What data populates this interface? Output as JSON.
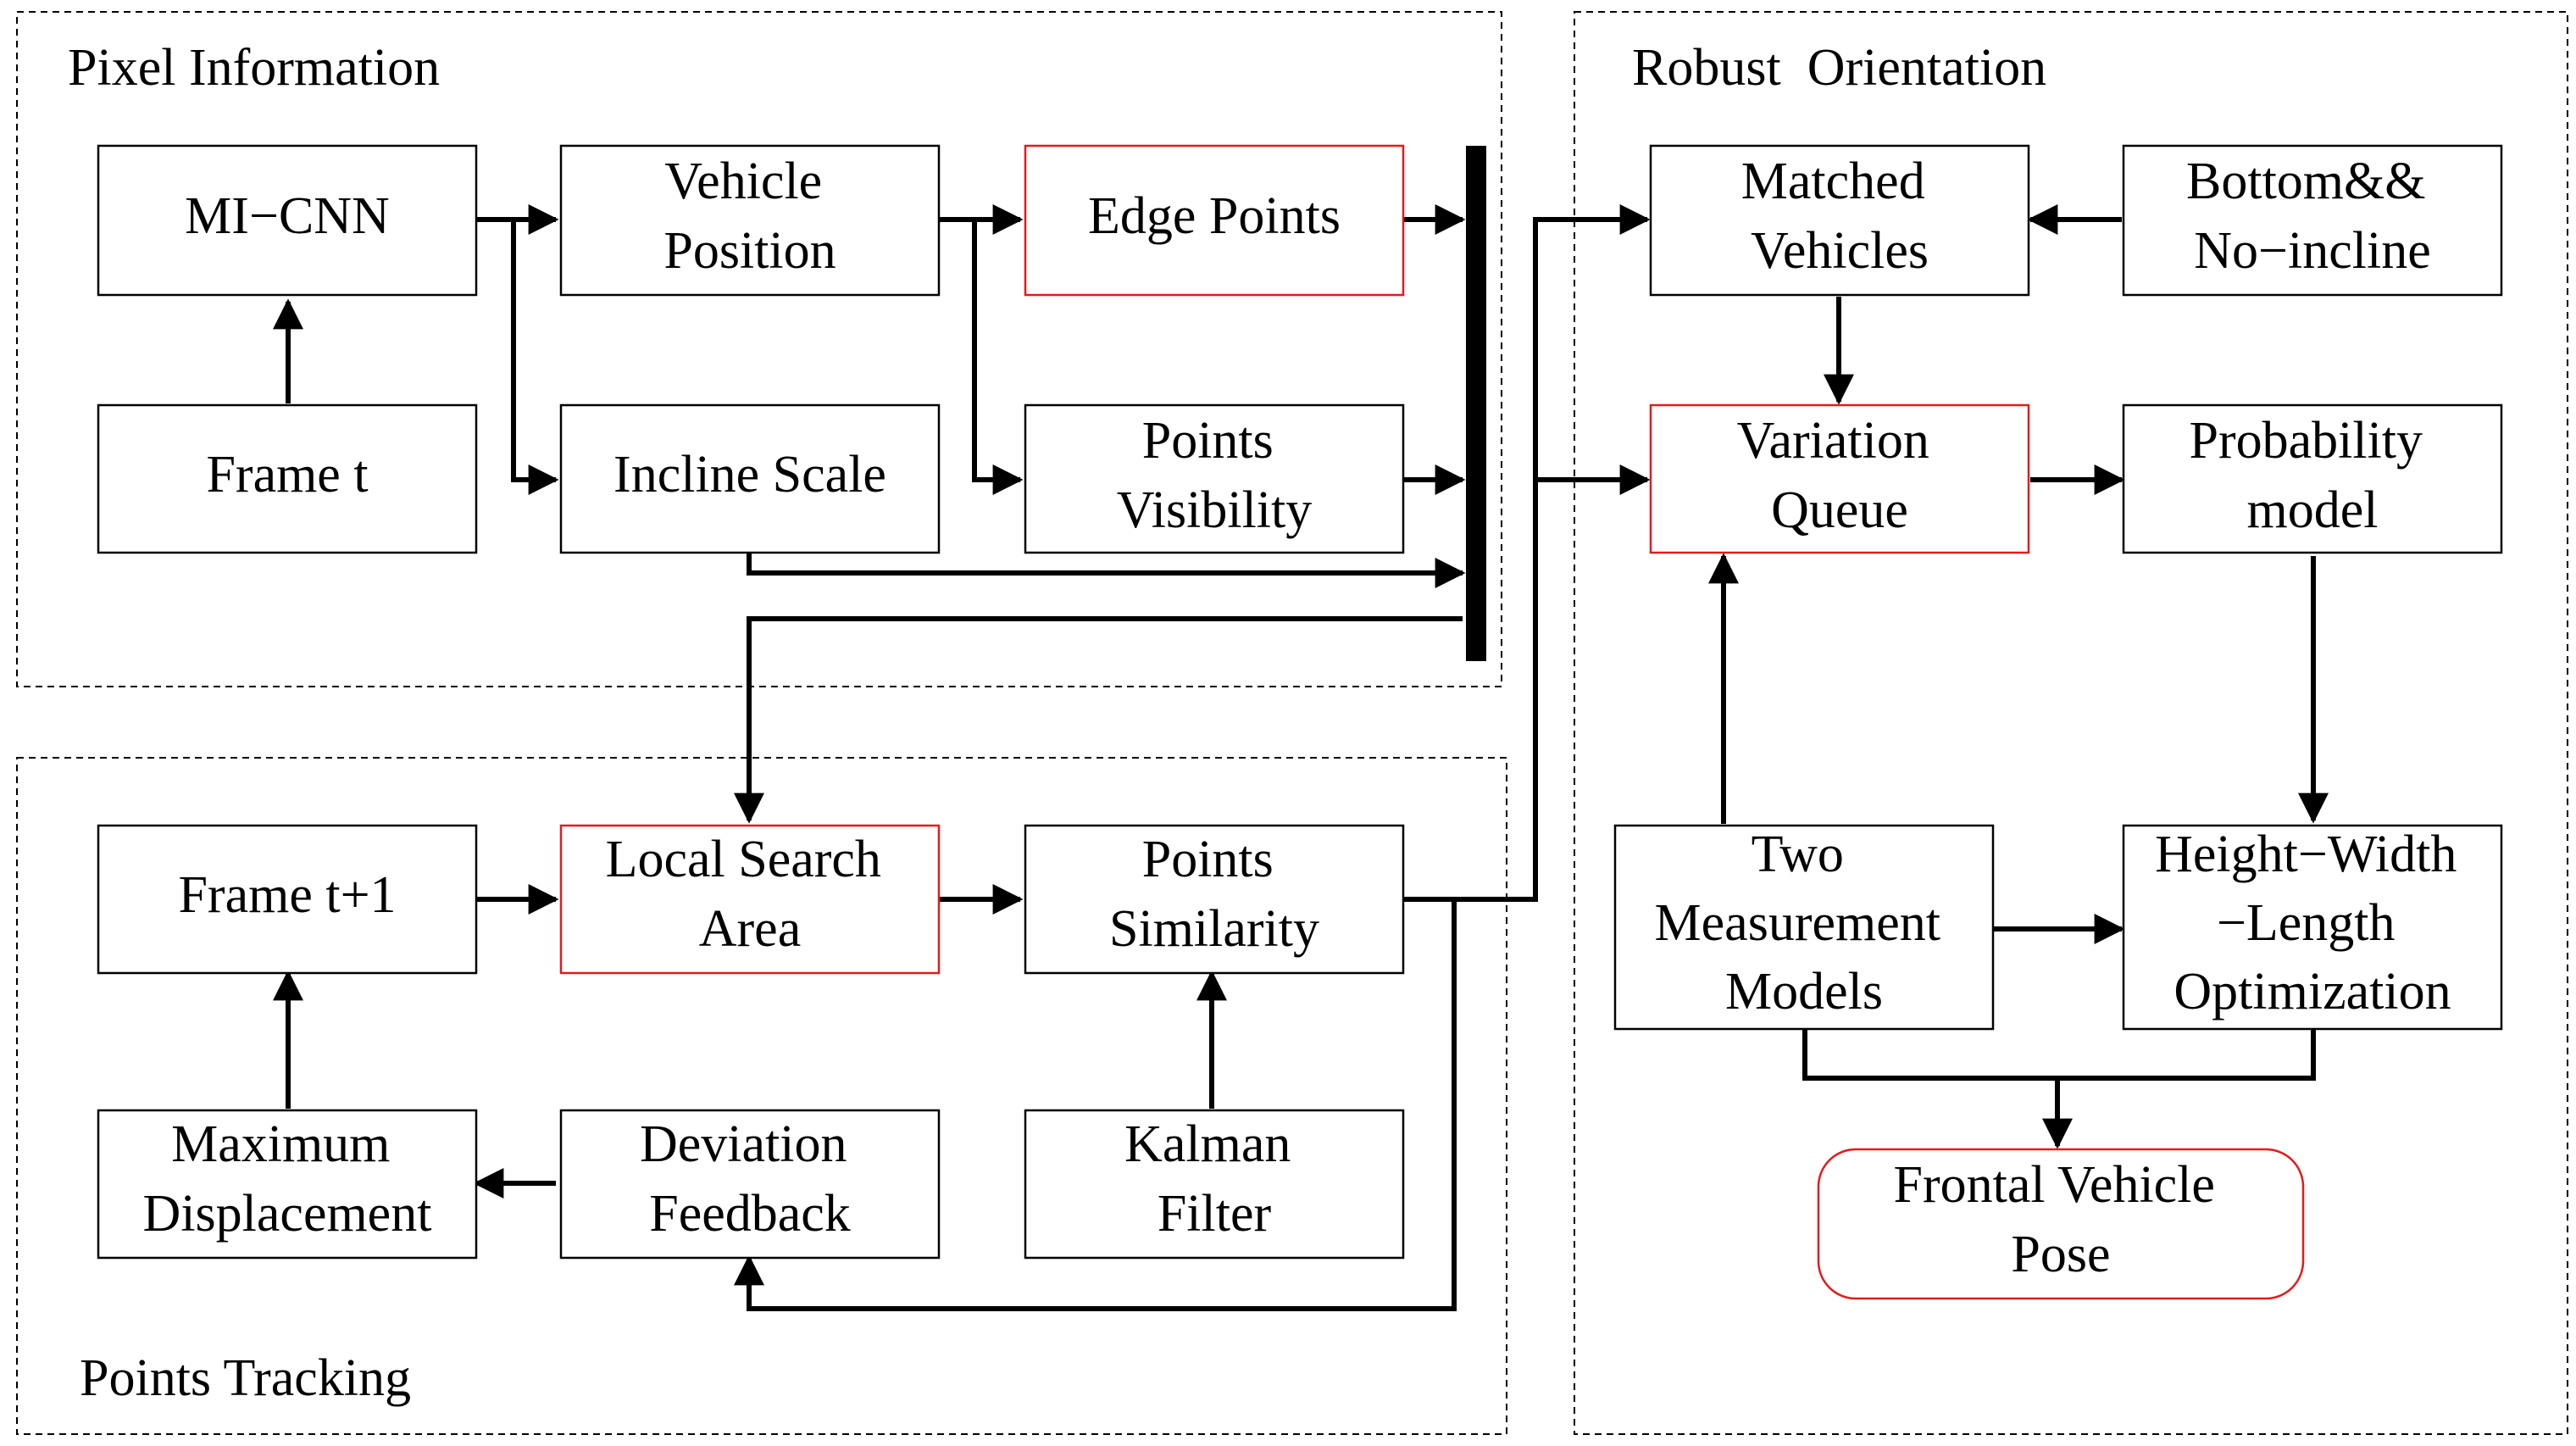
{
  "groups": {
    "pixel_information": "Pixel Information",
    "robust_orientation": "Robust  Orientation",
    "points_tracking": "Points Tracking"
  },
  "boxes": {
    "mi_cnn": [
      "MI−CNN"
    ],
    "vehicle_position": [
      "Vehicle",
      "Position"
    ],
    "edge_points": [
      "Edge Points"
    ],
    "frame_t": [
      "Frame t"
    ],
    "incline_scale": [
      "Incline Scale"
    ],
    "points_visibility": [
      "Points",
      "Visibility"
    ],
    "matched_vehicles": [
      "Matched",
      "Vehicles"
    ],
    "bottom_no_incline": [
      "Bottom&&",
      "No−incline"
    ],
    "variation_queue": [
      "Variation",
      "Queue"
    ],
    "probability_model": [
      "Probability",
      "model"
    ],
    "two_measurement_models": [
      "Two",
      "Measurement",
      "Models"
    ],
    "height_width_length": [
      "Height−Width",
      "−Length",
      "Optimization"
    ],
    "frontal_vehicle_pose": [
      "Frontal Vehicle",
      "Pose"
    ],
    "frame_t1": [
      "Frame t+1"
    ],
    "local_search_area": [
      "Local Search",
      "Area"
    ],
    "points_similarity": [
      "Points",
      "Similarity"
    ],
    "maximum_displacement": [
      "Maximum",
      "Displacement"
    ],
    "deviation_feedback": [
      "Deviation",
      "Feedback"
    ],
    "kalman_filter": [
      "Kalman",
      "Filter"
    ]
  },
  "colors": {
    "highlight_border": "#e41a1c",
    "default_border": "#000000"
  }
}
